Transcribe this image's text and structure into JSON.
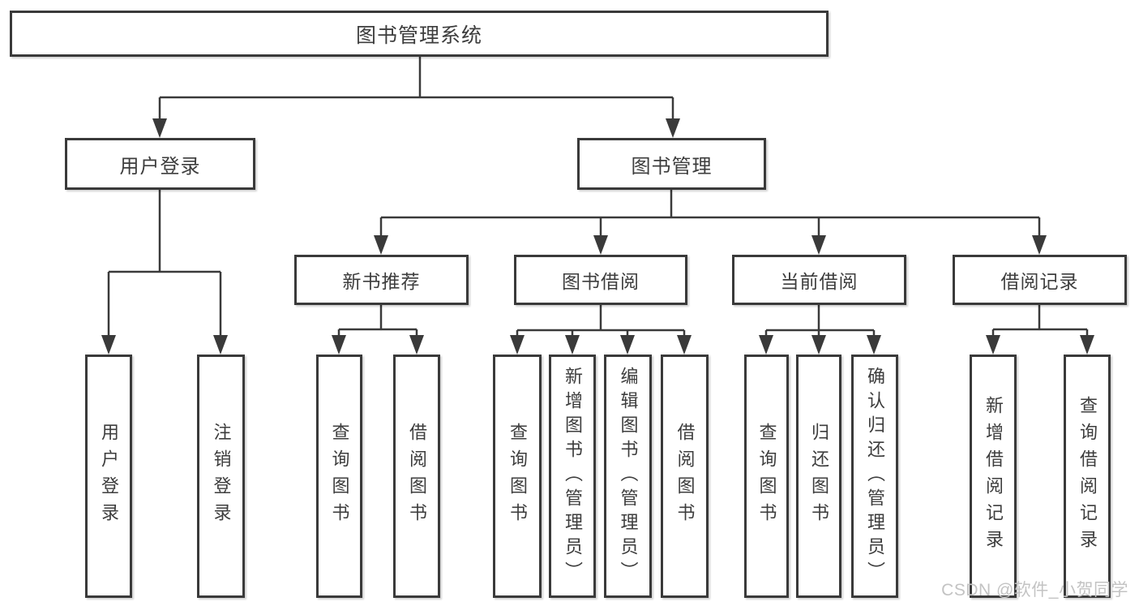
{
  "nodes": {
    "root": {
      "label": "图书管理系统"
    },
    "branches": [
      {
        "label": "用户登录",
        "children": [
          {
            "label": "用户登录"
          },
          {
            "label": "注销登录"
          }
        ]
      },
      {
        "label": "图书管理",
        "children": [
          {
            "label": "新书推荐",
            "children": [
              {
                "label": "查询图书"
              },
              {
                "label": "借阅图书"
              }
            ]
          },
          {
            "label": "图书借阅",
            "children": [
              {
                "label": "查询图书"
              },
              {
                "label": "新增图书（管理员）"
              },
              {
                "label": "编辑图书（管理员）"
              },
              {
                "label": "借阅图书"
              }
            ]
          },
          {
            "label": "当前借阅",
            "children": [
              {
                "label": "查询图书"
              },
              {
                "label": "归还图书"
              },
              {
                "label": "确认归还（管理员）"
              }
            ]
          },
          {
            "label": "借阅记录",
            "children": [
              {
                "label": "新增借阅记录"
              },
              {
                "label": "查询借阅记录"
              }
            ]
          }
        ]
      }
    ]
  },
  "watermark": "CSDN @软件_小贺同学",
  "colors": {
    "line": "#3a3a3a",
    "text": "#3d3d3d",
    "background": "#ffffff",
    "watermark": "#c3c3c3"
  }
}
